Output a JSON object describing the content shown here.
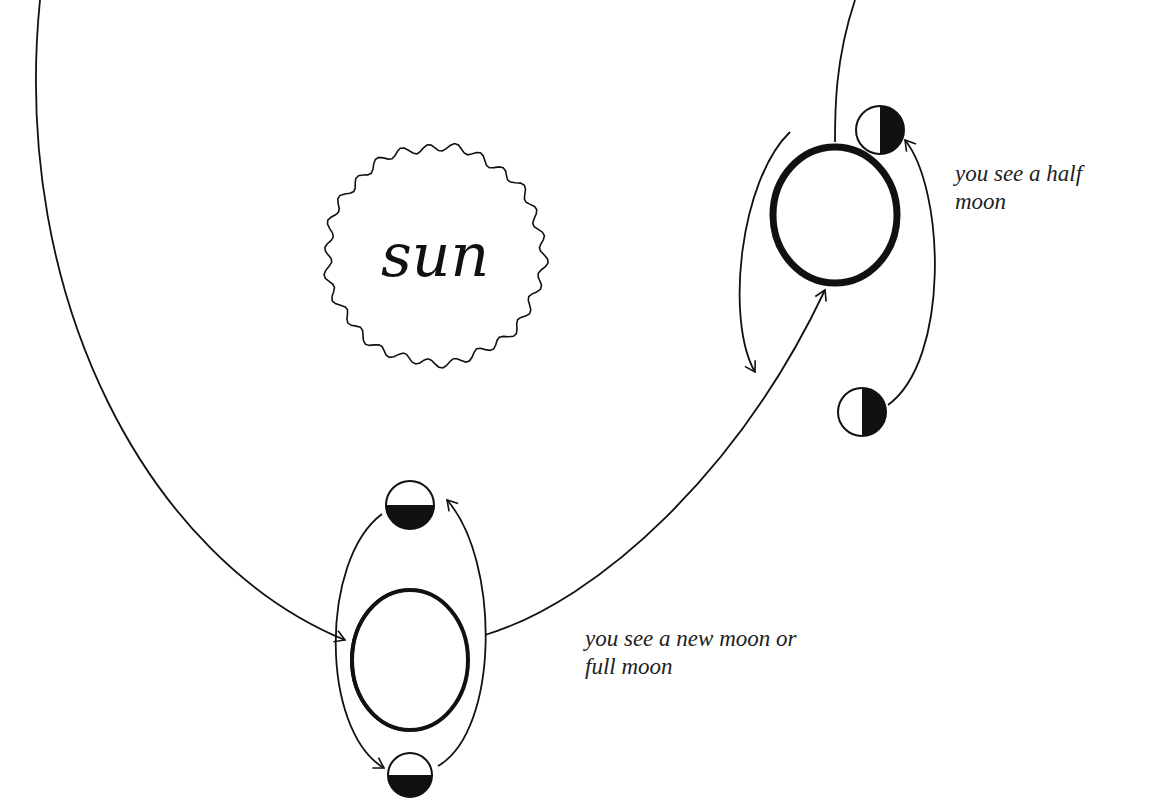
{
  "diagram": {
    "nodes": [
      {
        "text": [
          "sun"
        ]
      }
    ],
    "labels": [
      "you see a half moon",
      "you see a new moon or full moon"
    ]
  }
}
